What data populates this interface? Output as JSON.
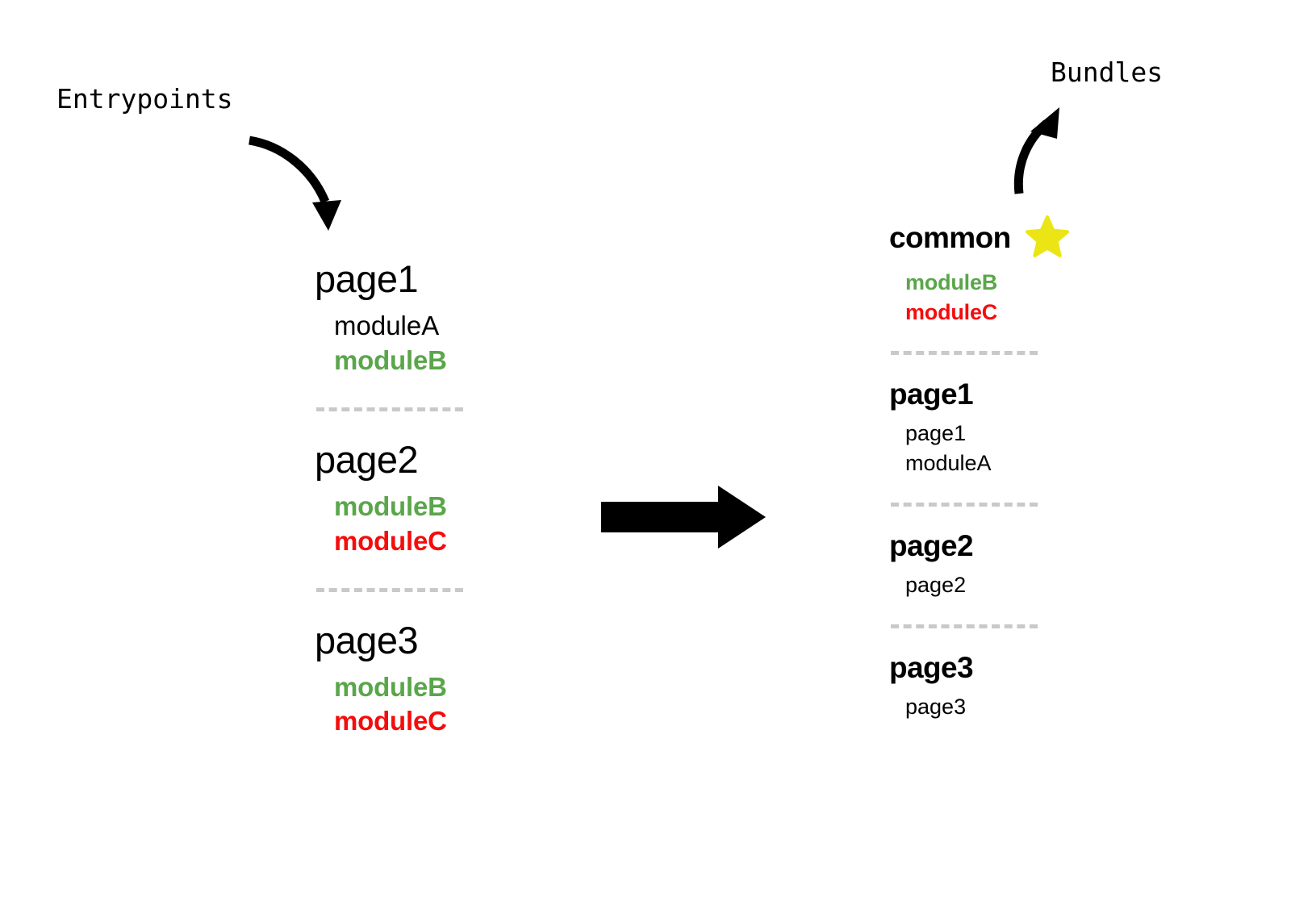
{
  "colors": {
    "module_green": "#5aa64a",
    "module_red": "#f50c0c",
    "star_yellow": "#ebe515",
    "separator_gray": "#c9c9c9",
    "text_black": "#000000",
    "background": "#ffffff"
  },
  "annotations": {
    "entrypoints_label": "Entrypoints",
    "bundles_label": "Bundles"
  },
  "entrypoints": {
    "groups": [
      {
        "title": "page1",
        "items": [
          {
            "text": "moduleA",
            "color": "black",
            "bold": false
          },
          {
            "text": "moduleB",
            "color": "green",
            "bold": true
          }
        ]
      },
      {
        "title": "page2",
        "items": [
          {
            "text": "moduleB",
            "color": "green",
            "bold": true
          },
          {
            "text": "moduleC",
            "color": "red",
            "bold": true
          }
        ]
      },
      {
        "title": "page3",
        "items": [
          {
            "text": "moduleB",
            "color": "green",
            "bold": true
          },
          {
            "text": "moduleC",
            "color": "red",
            "bold": true
          }
        ]
      }
    ]
  },
  "bundles": {
    "groups": [
      {
        "title": "common",
        "starred": true,
        "items": [
          {
            "text": "moduleB",
            "color": "green",
            "bold": true
          },
          {
            "text": "moduleC",
            "color": "red",
            "bold": true
          }
        ]
      },
      {
        "title": "page1",
        "starred": false,
        "items": [
          {
            "text": "page1",
            "color": "black",
            "bold": false
          },
          {
            "text": "moduleA",
            "color": "black",
            "bold": false
          }
        ]
      },
      {
        "title": "page2",
        "starred": false,
        "items": [
          {
            "text": "page2",
            "color": "black",
            "bold": false
          }
        ]
      },
      {
        "title": "page3",
        "starred": false,
        "items": [
          {
            "text": "page3",
            "color": "black",
            "bold": false
          }
        ]
      }
    ]
  },
  "icons": {
    "star": "star-icon",
    "transform_arrow": "right-arrow-icon",
    "entrypoints_arrow": "curved-down-arrow-icon",
    "bundles_arrow": "curved-up-arrow-icon"
  }
}
